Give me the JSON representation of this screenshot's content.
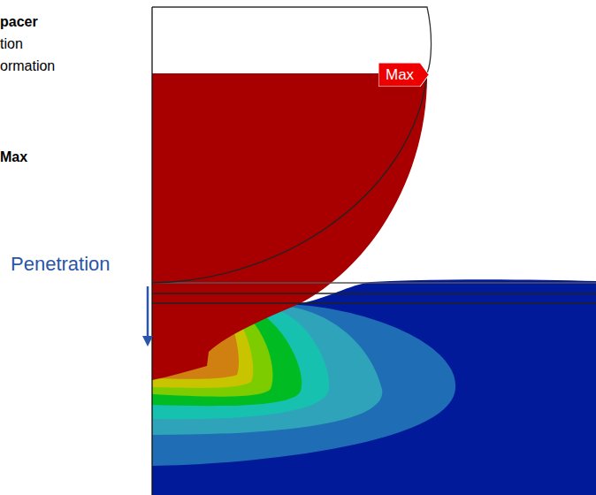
{
  "diagram": {
    "nodes": [
      {
        "text": [
          "Max"
        ]
      }
    ],
    "labels": [
      "pacer",
      "tion",
      "ormation",
      "Max",
      "Penetration"
    ]
  }
}
